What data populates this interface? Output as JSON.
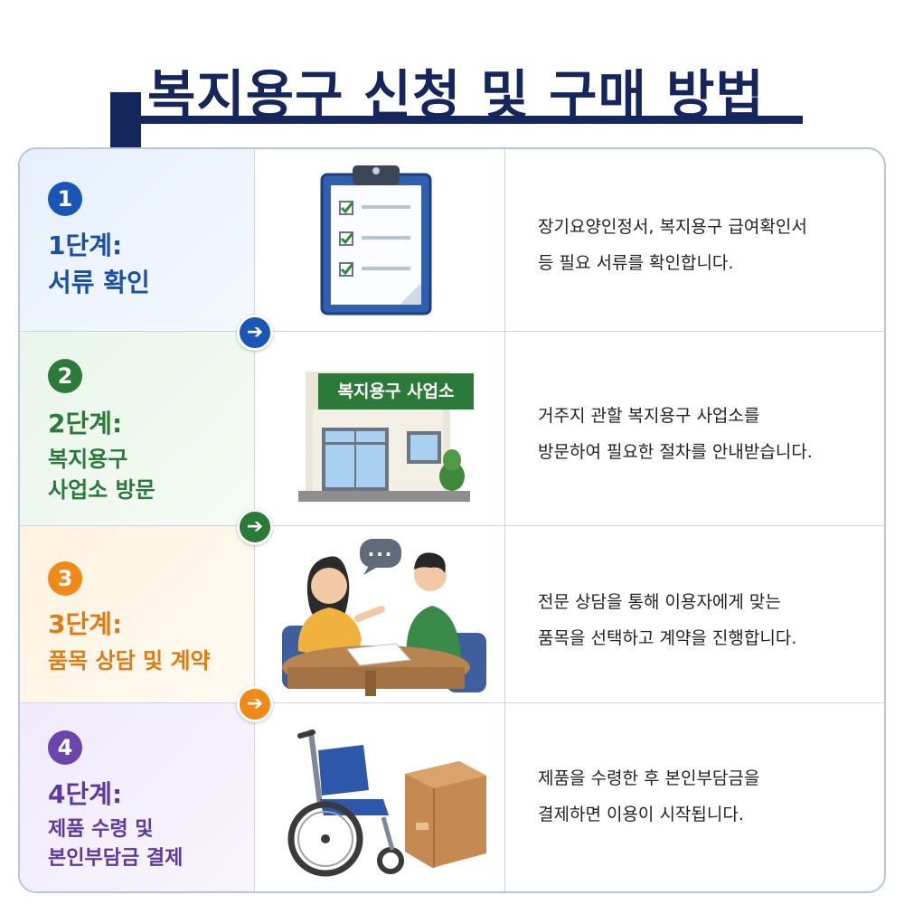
{
  "header": {
    "title": "복지용구 신청 및 구매 방법"
  },
  "colors": {
    "navy": "#14265c",
    "blue": "#1a56b8",
    "green": "#2c7a3a",
    "orange": "#ef8a1a",
    "purple": "#6a45ab"
  },
  "steps": [
    {
      "number": "1",
      "label": "1단계:",
      "title_lines": [
        "서류 확인"
      ],
      "desc_lines": [
        "장기요양인정서, 복지용구 급여확인서",
        "등 필요 서류를 확인합니다."
      ],
      "icon": "clipboard-checklist-icon"
    },
    {
      "number": "2",
      "label": "2단계:",
      "title_lines": [
        "복지용구",
        "사업소 방문"
      ],
      "desc_lines": [
        "거주지 관할 복지용구 사업소를",
        "방문하여 필요한 절차를 안내받습니다."
      ],
      "icon": "store-building-icon",
      "sign": "복지용구 사업소"
    },
    {
      "number": "3",
      "label": "3단계:",
      "title_lines": [
        "품목 상담 및 계약"
      ],
      "desc_lines": [
        "전문 상담을 통해 이용자에게 맞는",
        "품목을 선택하고 계약을 진행합니다."
      ],
      "icon": "consultation-icon",
      "speech_bubble": "..."
    },
    {
      "number": "4",
      "label": "4단계:",
      "title_lines": [
        "제품 수령 및",
        "본인부담금 결제"
      ],
      "desc_lines": [
        "제품을 수령한 후 본인부담금을",
        "결제하면 이용이 시작됩니다."
      ],
      "icon": "wheelchair-box-icon"
    }
  ],
  "arrow_glyph": "➔"
}
